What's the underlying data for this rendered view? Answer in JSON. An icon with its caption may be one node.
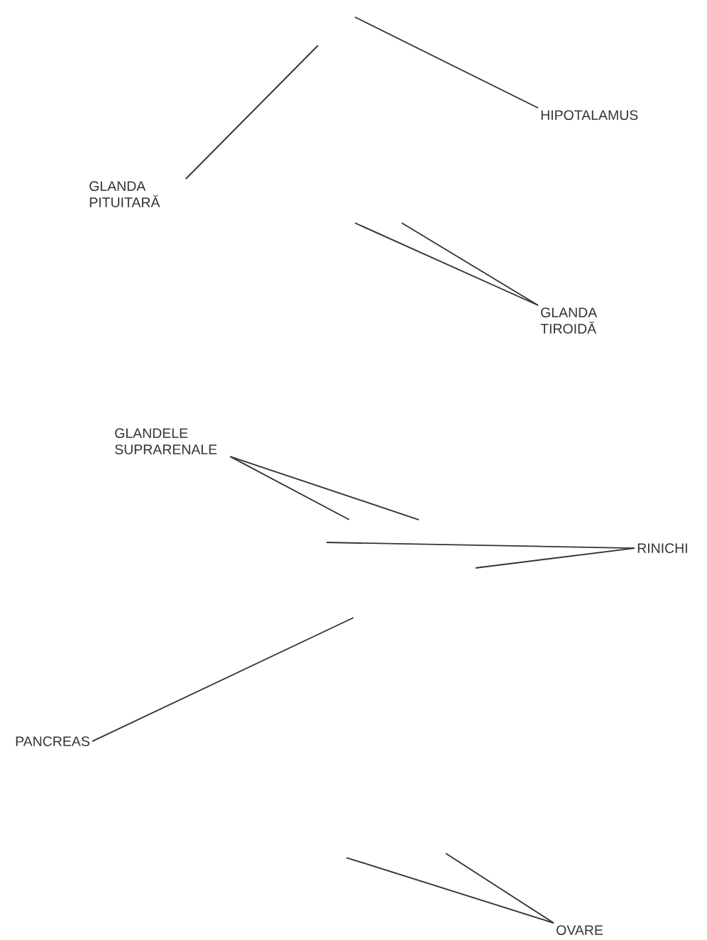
{
  "diagram": {
    "nodes": [
      {
        "text": [
          "HIPOTALAMUS"
        ]
      },
      {
        "text": [
          "GLANDA PITUITARĂ"
        ]
      },
      {
        "text": [
          "GLANDA TIROIDĂ"
        ]
      },
      {
        "text": [
          "GLANDELE SUPRARENALE"
        ]
      },
      {
        "text": [
          "RINICHI"
        ]
      },
      {
        "text": [
          "PANCREAS"
        ]
      },
      {
        "text": [
          "OVARE"
        ]
      }
    ],
    "edges": [
      {
        "from": 0,
        "to": null,
        "arrow": "none"
      },
      {
        "from": 1,
        "to": null,
        "arrow": "none"
      },
      {
        "from": 2,
        "to": null,
        "arrow": "none"
      },
      {
        "from": 2,
        "to": null,
        "arrow": "none"
      },
      {
        "from": 3,
        "to": null,
        "arrow": "none"
      },
      {
        "from": 3,
        "to": null,
        "arrow": "none"
      },
      {
        "from": 4,
        "to": null,
        "arrow": "none"
      },
      {
        "from": 4,
        "to": null,
        "arrow": "none"
      },
      {
        "from": 5,
        "to": null,
        "arrow": "none"
      },
      {
        "from": 6,
        "to": null,
        "arrow": "none"
      },
      {
        "from": 6,
        "to": null,
        "arrow": "none"
      }
    ]
  }
}
